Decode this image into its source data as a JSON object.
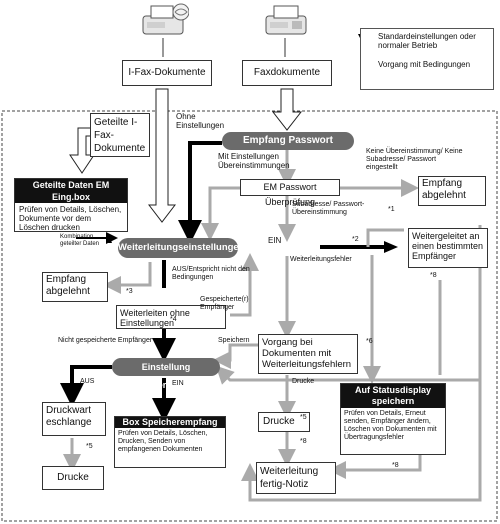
{
  "legend": {
    "standard": "Standardeinstellungen oder normaler Betrieb",
    "conditional": "Vorgang mit Bedingungen"
  },
  "sources": {
    "ifax": "I-Fax-Dokumente",
    "fax": "Faxdokumente",
    "shared_ifax": "Geteilte I-Fax-Dokumente"
  },
  "shared_box": {
    "header": "Geteilte Daten EM Eing.box",
    "body": "Prüfen von Details, Löschen, Dokumente vor dem Löschen drucken"
  },
  "nodes": {
    "password_receive": "Empfang Passwort",
    "em_password_check": "EM Passwort Überprüfung",
    "rejected_top": "Empfang abgelehnt",
    "forwarding_settings": "Weiterleitungseinstellungen",
    "rejected_left": "Empfang abgelehnt",
    "forward_no_settings": "Weiterleiten ohne Einstellungen",
    "forwarded_recipient": "Weitergeleitet an einen bestimmten Empfänger",
    "forward_error_process": "Vorgang bei Dokumenten mit Weiterleitungsfehlern",
    "memory_receive_settings": "Einstellung Speicherempfang",
    "status_display_save": "Auf Statusdisplay speichern",
    "status_display_body": "Prüfen von Details, Erneut senden, Empfänger ändern, Löschen von Dokumenten mit Übertragungsfehler",
    "print_queue": "Druckwart eschlange",
    "print_left": "Drucke",
    "memory_box_header": "Box Speicherempfang",
    "memory_box_body": "Prüfen von Details, Löschen, Drucken, Senden von empfangenen Dokumenten",
    "print_mid": "Drucke",
    "forward_done": "Weiterleitung fertig-Notiz"
  },
  "labels": {
    "without_settings": "Ohne Einstellungen",
    "with_settings": "Mit Einstellungen Übereinstimmungen",
    "no_match": "Keine Übereinstimmung/ Keine Subadresse/ Passwort eingestellt",
    "subaddress_match": "Subadresse/ Passwort-Übereinstimmung",
    "combo_shared": "Kombination geteilter Daten",
    "on": "EIN",
    "forward_error": "Weiterleitungsfehler",
    "off_no_match": "AUS/Entspricht nicht den Bedingungen",
    "saved_recipient": "Gespeicherte(r) Empfänger",
    "not_saved_recipient": "Nicht gespeicherte Empfänger",
    "save": "Speichern",
    "print": "Drucke",
    "off": "AUS",
    "on2": "EIN"
  },
  "notes": {
    "n1": "*1",
    "n2": "*2",
    "n3": "*3",
    "n4": "*4",
    "n5": "*5",
    "n5b": "*5",
    "n6": "*6",
    "n8a": "*8",
    "n8b": "*8",
    "n8c": "*8"
  },
  "colors": {
    "standard": "#000000",
    "conditional": "#b5b5b5",
    "pill": "#6b6b6b"
  }
}
